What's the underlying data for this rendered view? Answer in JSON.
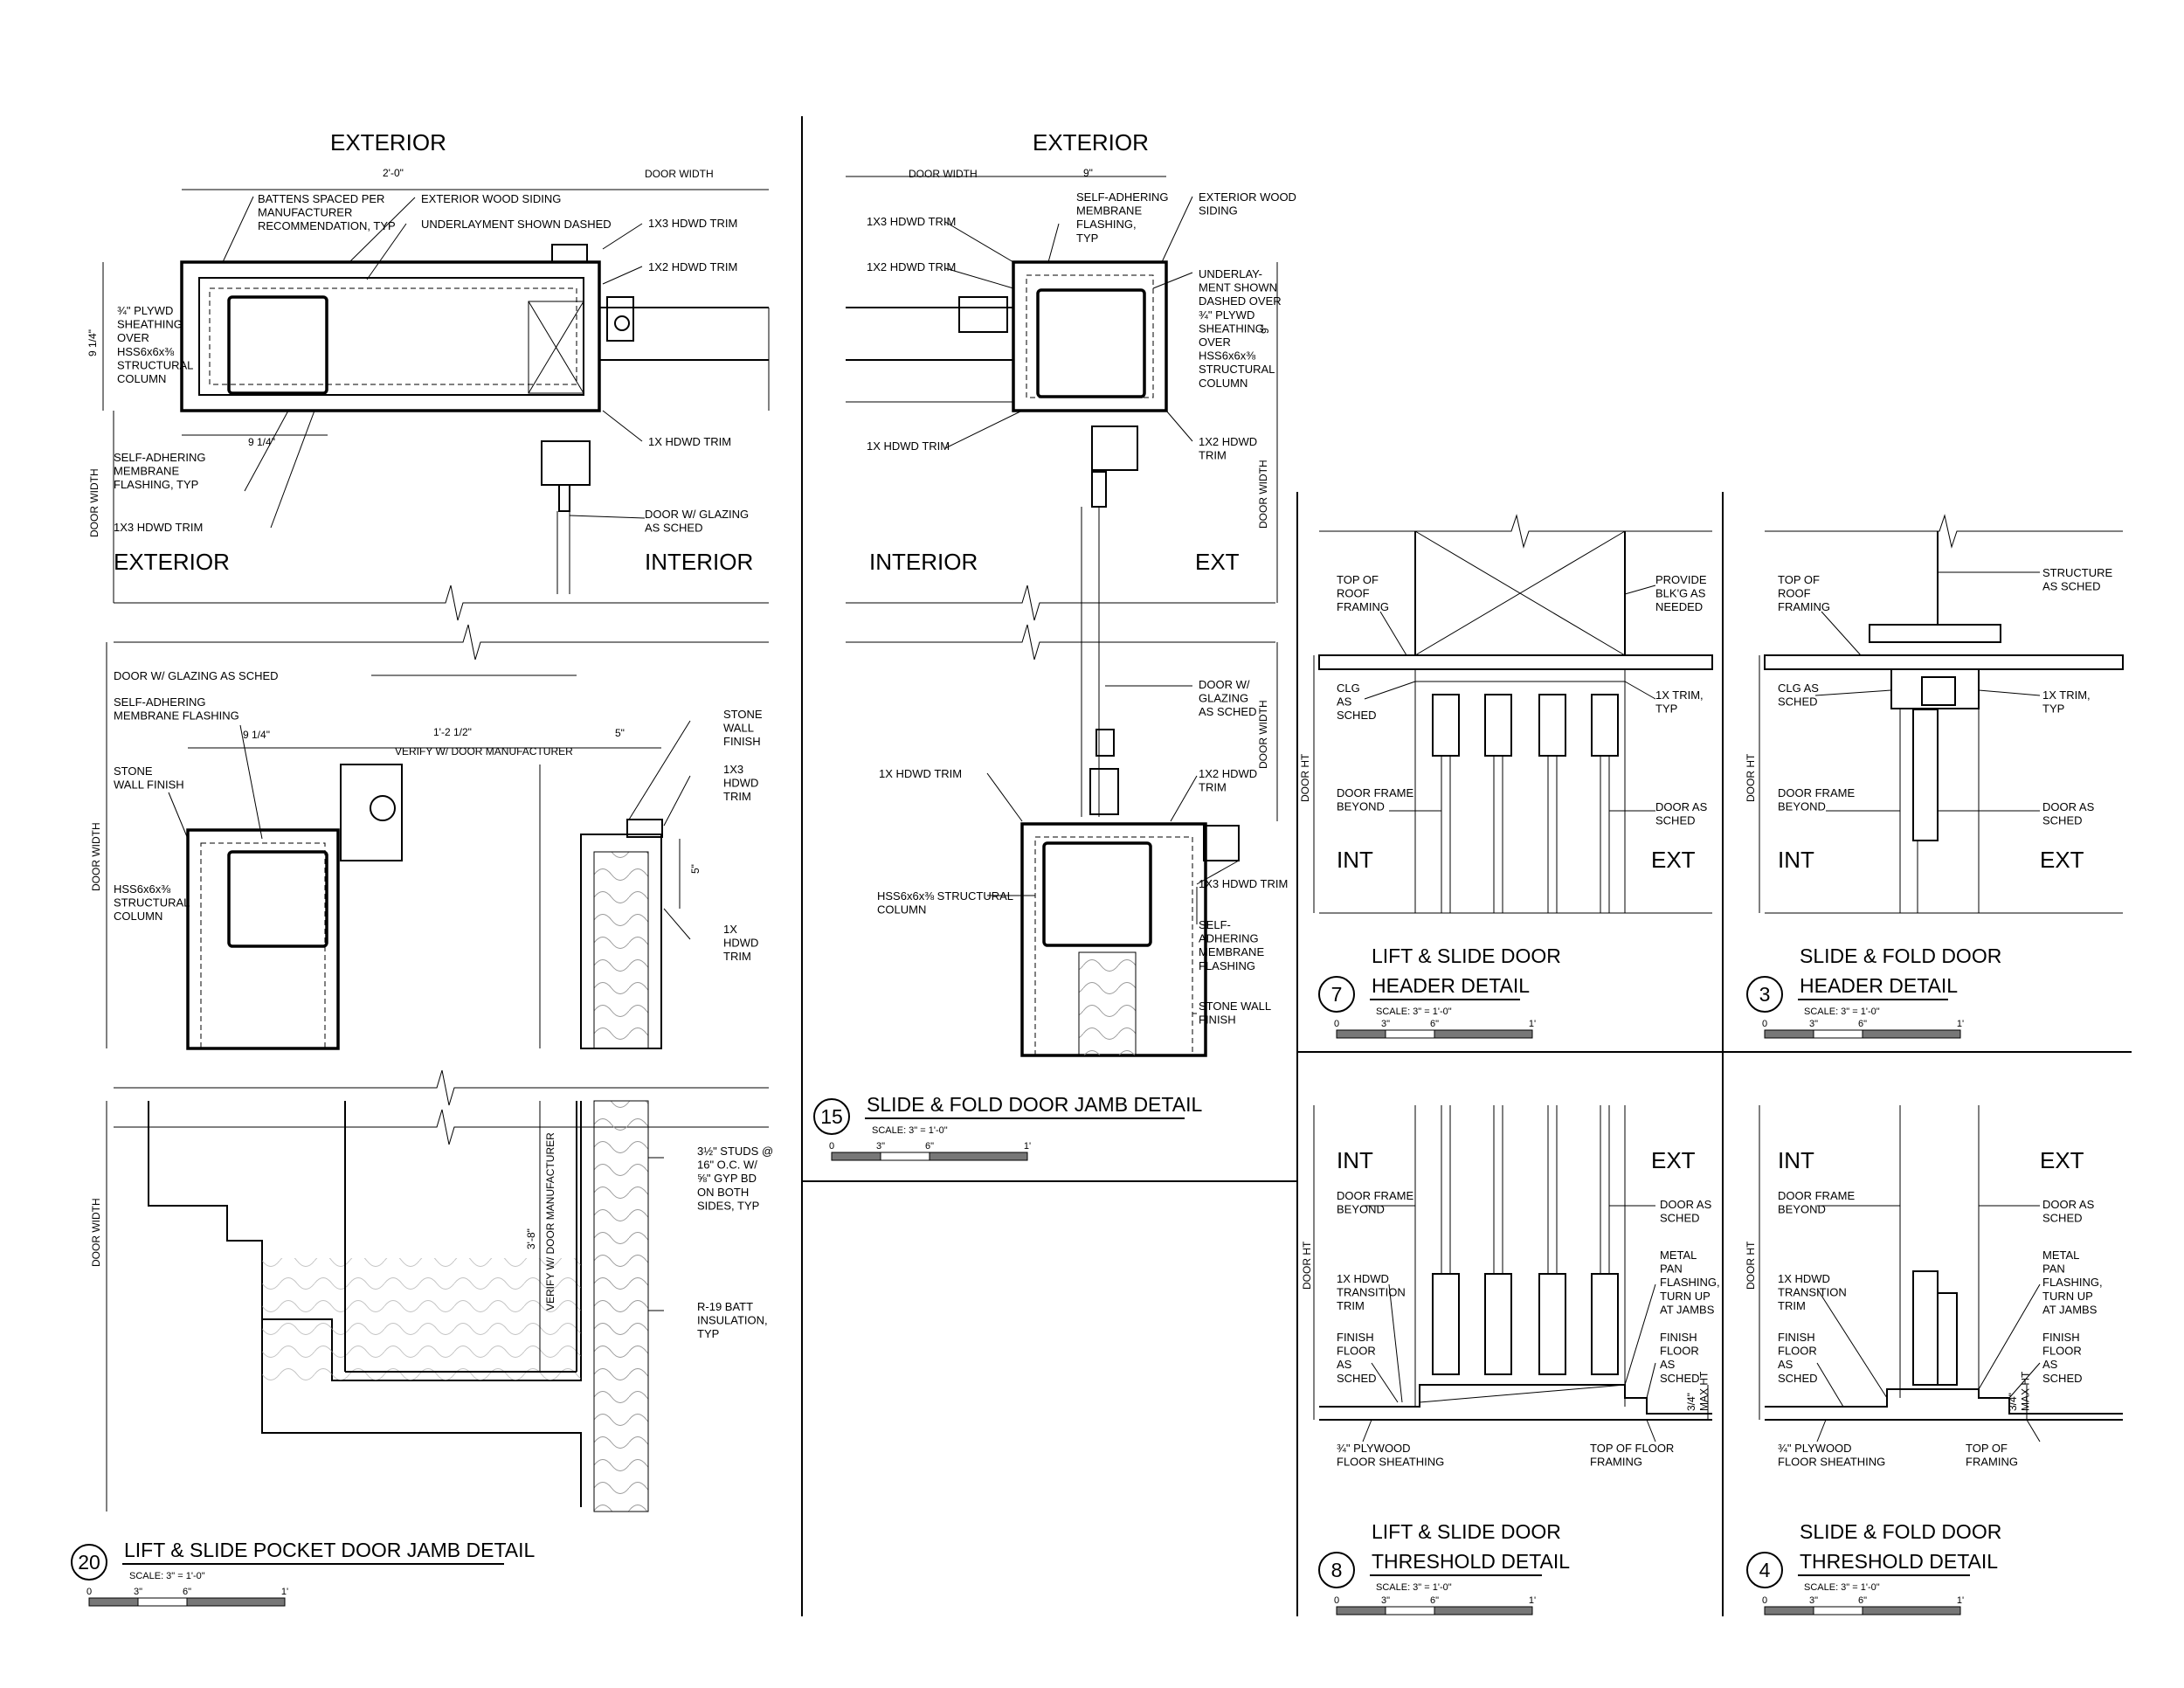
{
  "details": {
    "d20": {
      "number": "20",
      "title": "LIFT & SLIDE POCKET DOOR JAMB DETAIL",
      "scale": "SCALE:  3\" = 1'-0\"",
      "labels": {
        "exterior_top": "EXTERIOR",
        "exterior": "EXTERIOR",
        "interior": "INTERIOR",
        "dim_2_0": "2'-0\"",
        "door_width_top": "DOOR WIDTH",
        "dim_9_25_v": "9 1/4\"",
        "dim_9_25_h": "9 1/4\"",
        "door_width_v1": "DOOR WIDTH",
        "battens": "BATTENS SPACED PER\nMANUFACTURER\nRECOMMENDATION, TYP",
        "ext_wood_siding": "EXTERIOR WOOD SIDING",
        "underlayment": "UNDERLAYMENT SHOWN DASHED",
        "trim_1x3_a": "1X3 HDWD TRIM",
        "trim_1x2_a": "1X2 HDWD TRIM",
        "plywd": "¾\" PLYWD\nSHEATHING\nOVER\nHSS6x6x⅜\nSTRUCTURAL\nCOLUMN",
        "trim_1x_a": "1X HDWD TRIM",
        "sa_flashing_typ": "SELF-ADHERING\nMEMBRANE\nFLASHING, TYP",
        "trim_1x3_b": "1X3 HDWD TRIM",
        "door_glazing": "DOOR W/ GLAZING\nAS SCHED",
        "door_glazing_2": "DOOR W/ GLAZING AS SCHED",
        "sa_flashing_2": "SELF-ADHERING\nMEMBRANE FLASHING",
        "dim_9_25_b": "9 1/4\"",
        "dim_1_2_5": "1'-2 1/2\"",
        "verify_mfr": "VERIFY W/ DOOR MANUFACTURER",
        "dim_5a": "5\"",
        "dim_5b": "5\"",
        "stone_finish_l": "STONE\nWALL FINISH",
        "stone_finish_r": "STONE\nWALL\nFINISH",
        "trim_1x3_c": "1X3\nHDWD\nTRIM",
        "hss": "HSS6x6x⅜\nSTRUCTURAL\nCOLUMN",
        "trim_1x_b": "1X\nHDWD\nTRIM",
        "door_width_v2": "DOOR WIDTH",
        "door_width_v3": "DOOR WIDTH",
        "studs": "3½\" STUDS @\n16\" O.C. W/\n⅝\" GYP BD\nON BOTH\nSIDES, TYP",
        "r19": "R-19 BATT\nINSULATION,\nTYP",
        "dim_3_8": "3'-8\"",
        "verify_mfr_v": "VERIFY W/ DOOR MANUFACTURER"
      }
    },
    "d15": {
      "number": "15",
      "title": "SLIDE & FOLD DOOR JAMB DETAIL",
      "scale": "SCALE:  3\" = 1'-0\"",
      "labels": {
        "exterior_top": "EXTERIOR",
        "interior": "INTERIOR",
        "ext": "EXT",
        "door_width": "DOOR WIDTH",
        "dim_9": "9\"",
        "dim_9v": "9\"",
        "trim_1x3_a": "1X3 HDWD TRIM",
        "trim_1x2_a": "1X2 HDWD TRIM",
        "trim_1x_a": "1X HDWD TRIM",
        "sa_flashing": "SELF-ADHERING\nMEMBRANE\nFLASHING,\nTYP",
        "ext_siding": "EXTERIOR WOOD\nSIDING",
        "underlay": "UNDERLAY-\nMENT SHOWN\nDASHED OVER\n¾\" PLYWD\nSHEATHING\nOVER\nHSS6x6x⅜\nSTRUCTURAL\nCOLUMN",
        "trim_1x2_b": "1X2 HDWD\nTRIM",
        "door_width_v1": "DOOR WIDTH",
        "door_glazing": "DOOR W/\nGLAZING\nAS SCHED",
        "door_width_v2": "DOOR WIDTH",
        "trim_1x_b": "1X HDWD TRIM",
        "trim_1x2_c": "1X2 HDWD\nTRIM",
        "trim_1x3_b": "1X3 HDWD TRIM",
        "hss": "HSS6x6x⅜ STRUCTURAL\nCOLUMN",
        "sa_flashing_2": "SELF-\nADHERING\nMEMBRANE\nFLASHING",
        "stone": "STONE WALL\nFINISH"
      }
    },
    "d7": {
      "number": "7",
      "title1": "LIFT & SLIDE DOOR",
      "title2": "HEADER DETAIL",
      "scale": "SCALE:  3\" = 1'-0\"",
      "labels": {
        "top_roof": "TOP OF\nROOF\nFRAMING",
        "provide": "PROVIDE\nBLK'G AS\nNEEDED",
        "clg": "CLG\nAS\nSCHED",
        "trim": "1X TRIM,\nTYP",
        "door_ht": "DOOR HT",
        "frame_beyond": "DOOR FRAME\nBEYOND",
        "door_sched": "DOOR AS\nSCHED",
        "int": "INT",
        "ext": "EXT"
      }
    },
    "d3": {
      "number": "3",
      "title1": "SLIDE & FOLD DOOR",
      "title2": "HEADER DETAIL",
      "scale": "SCALE:  3\" = 1'-0\"",
      "labels": {
        "top_roof": "TOP OF\nROOF\nFRAMING",
        "structure": "STRUCTURE\nAS SCHED",
        "clg": "CLG AS\nSCHED",
        "trim": "1X TRIM,\nTYP",
        "door_ht": "DOOR HT",
        "frame_beyond": "DOOR FRAME\nBEYOND",
        "door_sched": "DOOR AS\nSCHED",
        "int": "INT",
        "ext": "EXT"
      }
    },
    "d8": {
      "number": "8",
      "title1": "LIFT & SLIDE DOOR",
      "title2": "THRESHOLD DETAIL",
      "scale": "SCALE:  3\" = 1'-0\"",
      "labels": {
        "int": "INT",
        "ext": "EXT",
        "frame_beyond": "DOOR FRAME\nBEYOND",
        "door_sched": "DOOR AS\nSCHED",
        "door_ht": "DOOR HT",
        "transition": "1X HDWD\nTRANSITION\nTRIM",
        "metal_pan": "METAL\nPAN\nFLASHING,\nTURN UP\nAT JAMBS",
        "finish_floor_l": "FINISH\nFLOOR\nAS\nSCHED",
        "finish_floor_r": "FINISH\nFLOOR\nAS\nSCHED",
        "max_ht": "3/4\"\nMAX HT",
        "plywood": "¾\" PLYWOOD\nFLOOR SHEATHING",
        "top_floor": "TOP OF FLOOR\nFRAMING"
      }
    },
    "d4": {
      "number": "4",
      "title1": "SLIDE & FOLD DOOR",
      "title2": "THRESHOLD DETAIL",
      "scale": "SCALE:  3\" = 1'-0\"",
      "labels": {
        "int": "INT",
        "ext": "EXT",
        "frame_beyond": "DOOR FRAME\nBEYOND",
        "door_sched": "DOOR AS\nSCHED",
        "door_ht": "DOOR HT",
        "transition": "1X HDWD\nTRANSITION\nTRIM",
        "metal_pan": "METAL\nPAN\nFLASHING,\nTURN UP\nAT JAMBS",
        "finish_floor_l": "FINISH\nFLOOR\nAS\nSCHED",
        "finish_floor_r": "FINISH\nFLOOR\nAS\nSCHED",
        "max_ht": "3/4\"\nMAX HT",
        "plywood": "¾\" PLYWOOD\nFLOOR SHEATHING",
        "top_floor": "TOP OF\nFRAMING"
      }
    }
  },
  "scale_bar": {
    "t0": "0",
    "t1": "3\"",
    "t2": "6\"",
    "t3": "1'"
  }
}
